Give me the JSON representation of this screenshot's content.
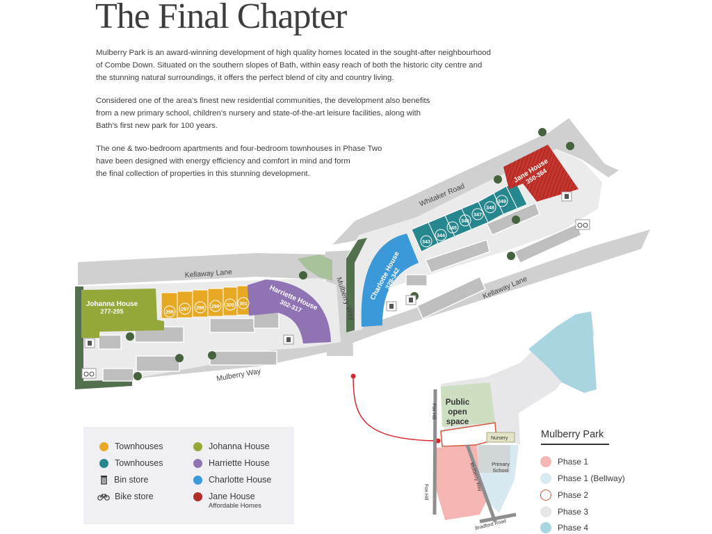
{
  "title": "The Final Chapter",
  "paragraphs": [
    [
      "Mulberry Park is an award-winning development of high quality homes located in the sought-after neighbourhood",
      "of Combe Down. Situated on the southern slopes of Bath, within easy reach of both the historic city centre and",
      "the stunning natural surroundings, it offers the perfect blend of city and country living."
    ],
    [
      "Considered one of the area’s finest new residential communities, the development also benefits",
      "from a new primary school, children’s nursery and state-of-the-art leisure facilities, along with",
      "Bath’s first new park for 100 years."
    ],
    [
      "The one & two-bedroom apartments and four-bedroom townhouses in Phase Two",
      "have been designed with energy efficiency and comfort in mind and form",
      "the final collection of properties in this stunning development."
    ]
  ],
  "roads": {
    "whitaker": "Whitaker Road",
    "kellaway_left": "Kellaway Lane",
    "kellaway_right": "Kellaway Lane",
    "mulberry_way_v": "Mulberry Way",
    "mulberry_way_h": "Mulberry Way"
  },
  "buildings": {
    "johanna": {
      "name": "Johanna House",
      "units": "277-295"
    },
    "harriette": {
      "name": "Harriette House",
      "units": "302-317"
    },
    "charlotte": {
      "name": "Charlotte House",
      "units": "328-342"
    },
    "jane": {
      "name": "Jane House",
      "units": "350-364"
    }
  },
  "plots_left": [
    "296",
    "297",
    "298",
    "299",
    "300",
    "301"
  ],
  "plots_right": [
    "343",
    "344",
    "345",
    "346",
    "347",
    "348",
    "349"
  ],
  "site_labels": {
    "public_open_space": [
      "Public",
      "open",
      "space"
    ],
    "nursery": "Nursery",
    "primary_school": [
      "Primary",
      "School"
    ],
    "fox_hill_top": "Fox Hill",
    "fox_hill_side": "Fox Hill",
    "mulberry_way": "Mulberry Way",
    "bradford_road": "Bradford Road"
  },
  "legend": [
    {
      "label": "Townhouses",
      "color": "#e7a823",
      "kind": "dot"
    },
    {
      "label": "Townhouses",
      "color": "#27878e",
      "kind": "dot"
    },
    {
      "label": "Bin store",
      "icon": "bin-icon",
      "kind": "icon"
    },
    {
      "label": "Bike store",
      "icon": "bike-icon",
      "kind": "icon"
    },
    {
      "label": "Johanna House",
      "color": "#94a83a",
      "kind": "dot"
    },
    {
      "label": "Harriette House",
      "color": "#8f73b3",
      "kind": "dot"
    },
    {
      "label": "Charlotte House",
      "color": "#3b98d9",
      "kind": "dot"
    },
    {
      "label": "Jane House",
      "sublabel": "Affordable Homes",
      "color": "#c5352e",
      "kind": "hatched"
    }
  ],
  "mulberry_park": {
    "title": "Mulberry Park",
    "phases": [
      {
        "label": "Phase 1",
        "color": "#f5b5b2"
      },
      {
        "label": "Phase 1 (Bellway)",
        "color": "#d9e9f1"
      },
      {
        "label": "Phase 2",
        "color": "#ffffff",
        "border": "#d2553a"
      },
      {
        "label": "Phase 3",
        "color": "#e7e6e8"
      },
      {
        "label": "Phase 4",
        "color": "#a8d5e0"
      }
    ]
  },
  "colors": {
    "townhouse_orange": "#e7a823",
    "townhouse_teal": "#27878e",
    "johanna": "#94a83a",
    "harriette": "#8f73b3",
    "charlotte": "#3b98d9",
    "jane": "#c5352e",
    "road": "#cfcfcf",
    "green": "#5b7a55",
    "pointer": "#d7262c"
  }
}
